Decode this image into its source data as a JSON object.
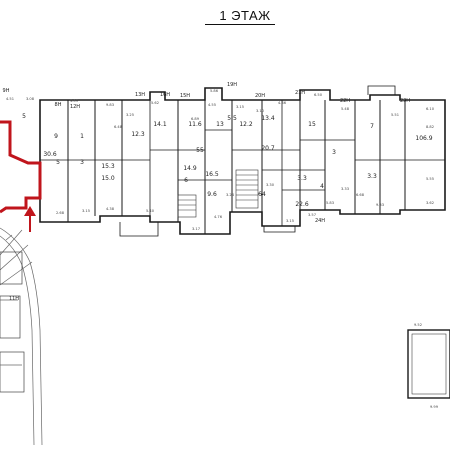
{
  "title": "1 ЭТАЖ",
  "colors": {
    "wall": "#1a1a1a",
    "thin": "#555555",
    "highlight": "#c0151c",
    "road": "#666666"
  },
  "grid_labels": [
    "9Н",
    "8Н",
    "12Н",
    "13Н",
    "16Н",
    "15Н",
    "19Н",
    "20Н",
    "21Н",
    "22Н",
    "23Н",
    "24Н",
    "11Н"
  ],
  "room_labels": [
    "5",
    "9",
    "30.6",
    "5",
    "1",
    "3",
    "15.3",
    "15.0",
    "12.3",
    "14.1",
    "11.6",
    "14.9",
    "55",
    "16.5",
    "6",
    "13",
    "12.2",
    "13.4",
    "15",
    "3.3",
    "22.6",
    "64",
    "20.7",
    "106.9",
    "7",
    "4",
    "3",
    "3.3",
    "9.6",
    "5.5"
  ],
  "dimension_labels": [
    "4.51",
    "3.08",
    "3.09",
    "9.83",
    "3.25",
    "6.48",
    "5.62",
    "6.89",
    "4.55",
    "5.86",
    "3.15",
    "3.10",
    "4.86",
    "6.50",
    "5.48",
    "5.51",
    "6.10",
    "8.82",
    "5.55",
    "3.62",
    "9.33",
    "6.68",
    "3.33",
    "5.83",
    "3.57",
    "3.15",
    "3.30",
    "3.24",
    "4.76",
    "3.17",
    "5.40",
    "4.38",
    "3.15",
    "2.68",
    "9.52",
    "9.99"
  ]
}
